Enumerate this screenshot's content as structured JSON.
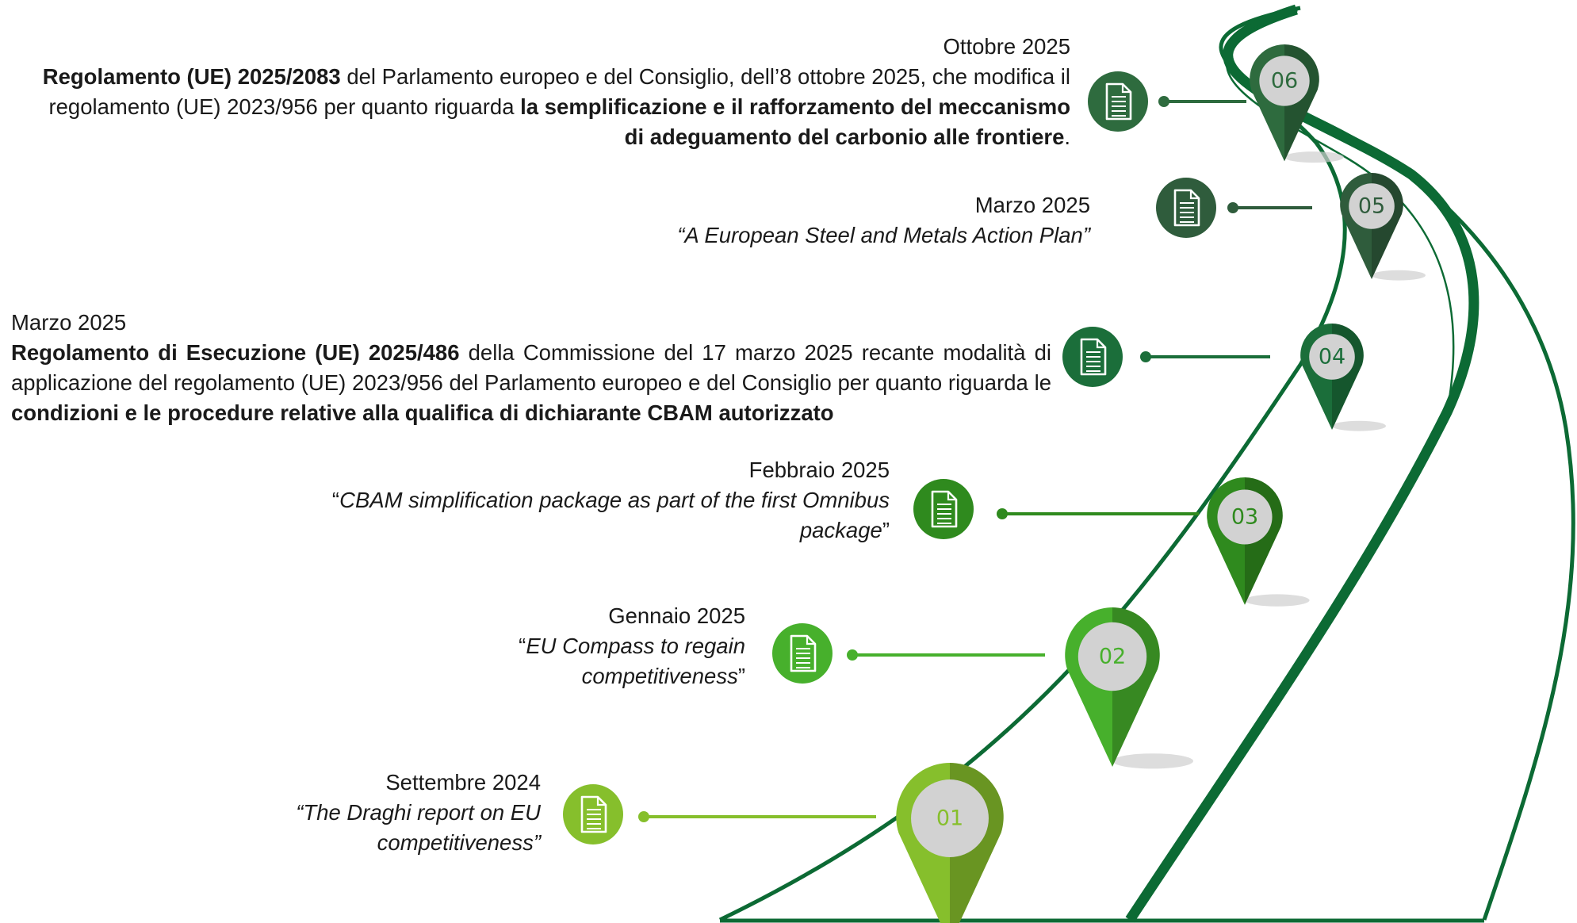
{
  "milestones": [
    {
      "number": "06",
      "date": "Ottobre 2025",
      "text_parts": [
        {
          "text": "Regolamento (UE) 2025/2083",
          "bold": true
        },
        {
          "text": " del Parlamento europeo e del Consiglio, dell’8 ottobre 2025, che modifica il regolamento (UE) 2023/956 per quanto riguarda "
        },
        {
          "text": "la semplificazione e il rafforzamento del meccanismo di adeguamento del carbonio alle frontiere",
          "bold": true
        },
        {
          "text": "."
        }
      ],
      "color": "#2e6b3e",
      "icon": "document-icon"
    },
    {
      "number": "05",
      "date": "Marzo 2025",
      "text_parts": [
        {
          "text": "“A European Steel and Metals Action Plan”",
          "italic": true
        }
      ],
      "color": "#2f5c3c",
      "icon": "document-icon"
    },
    {
      "number": "04",
      "date": "Marzo 2025",
      "text_parts": [
        {
          "text": "Regolamento di Esecuzione (UE) 2025/486",
          "bold": true
        },
        {
          "text": " della Commissione del 17 marzo 2025 recante modalità di applicazione del regolamento (UE) 2023/956 del Parlamento europeo e del Consiglio per quanto riguarda le "
        },
        {
          "text": "condizioni e le procedure relative alla qualifica di dichiarante CBAM autorizzato",
          "bold": true
        }
      ],
      "color": "#1b6e3a",
      "icon": "document-icon"
    },
    {
      "number": "03",
      "date": "Febbraio 2025",
      "text_parts": [
        {
          "text": "“"
        },
        {
          "text": "CBAM simplification package as part of the first Omnibus package",
          "italic": true
        },
        {
          "text": "”"
        }
      ],
      "color": "#2f8a1e",
      "icon": "document-icon"
    },
    {
      "number": "02",
      "date": "Gennaio 2025",
      "text_parts": [
        {
          "text": "“"
        },
        {
          "text": "EU Compass to regain competitiveness",
          "italic": true
        },
        {
          "text": "”"
        }
      ],
      "color": "#47b02c",
      "icon": "document-icon"
    },
    {
      "number": "01",
      "date": "Settembre 2024",
      "text_parts": [
        {
          "text": "“The Draghi report on EU competitiveness”",
          "italic": true
        }
      ],
      "color": "#86bf2c",
      "icon": "document-icon"
    }
  ],
  "colors": {
    "road": "#0c6a34",
    "pin_circle": "#d2d2d2",
    "pin_number": "#5a5a5a",
    "text": "#1a1a1a"
  }
}
